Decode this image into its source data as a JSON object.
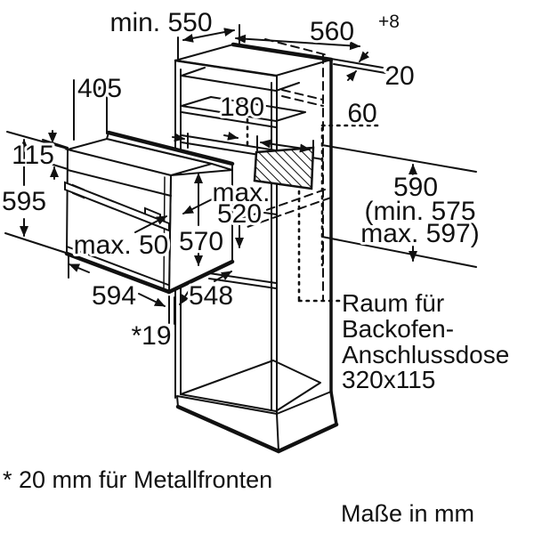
{
  "diagram": {
    "title_hint": "built-in oven installation drawing",
    "colors": {
      "line": "#111111",
      "background": "#ffffff"
    },
    "labels": {
      "min_depth": "min. 550",
      "niche_width": "560",
      "niche_width_tol": "+8",
      "front_overhang": "20",
      "oven_top_depth": "405",
      "panel_height": "115",
      "oven_height": "595",
      "handle_max": "max. 50",
      "oven_depth_door": "570",
      "plug_max_word": "max.",
      "plug_max_value": "520",
      "shelf_depth": "180",
      "rear_gap": "60",
      "niche_height": "590",
      "niche_height_min": "(min. 575",
      "niche_height_max": "max. 597)",
      "oven_width": "594",
      "oven_body_depth": "548",
      "front_gap": "*19",
      "socket_note_line1": "Raum für",
      "socket_note_line2": "Backofen-",
      "socket_note_line3": "Anschlussdose",
      "socket_note_line4": "320x115",
      "footnote": "* 20 mm für Metallfronten",
      "units_note": "Maße in mm"
    }
  }
}
